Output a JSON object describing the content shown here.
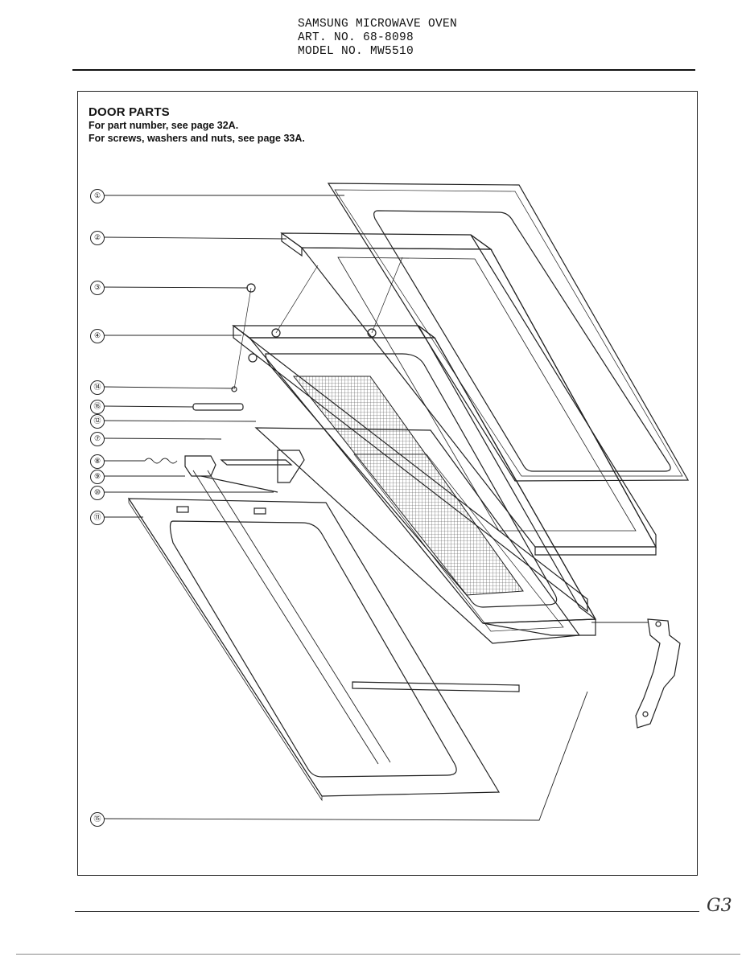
{
  "header": {
    "line1": "SAMSUNG MICROWAVE OVEN",
    "line2": "ART. NO. 68-8098",
    "line3": "MODEL NO. MW5510"
  },
  "section": {
    "title": "DOOR PARTS",
    "note1": "For part number, see page 32A.",
    "note2": "For screws, washers and nuts, see page 33A."
  },
  "callouts": [
    "①",
    "②",
    "③",
    "④",
    "⑭",
    "⑯",
    "⑫",
    "⑦",
    "⑧",
    "⑨",
    "⑩",
    "⑪",
    "⑮"
  ],
  "page_number": "G3"
}
